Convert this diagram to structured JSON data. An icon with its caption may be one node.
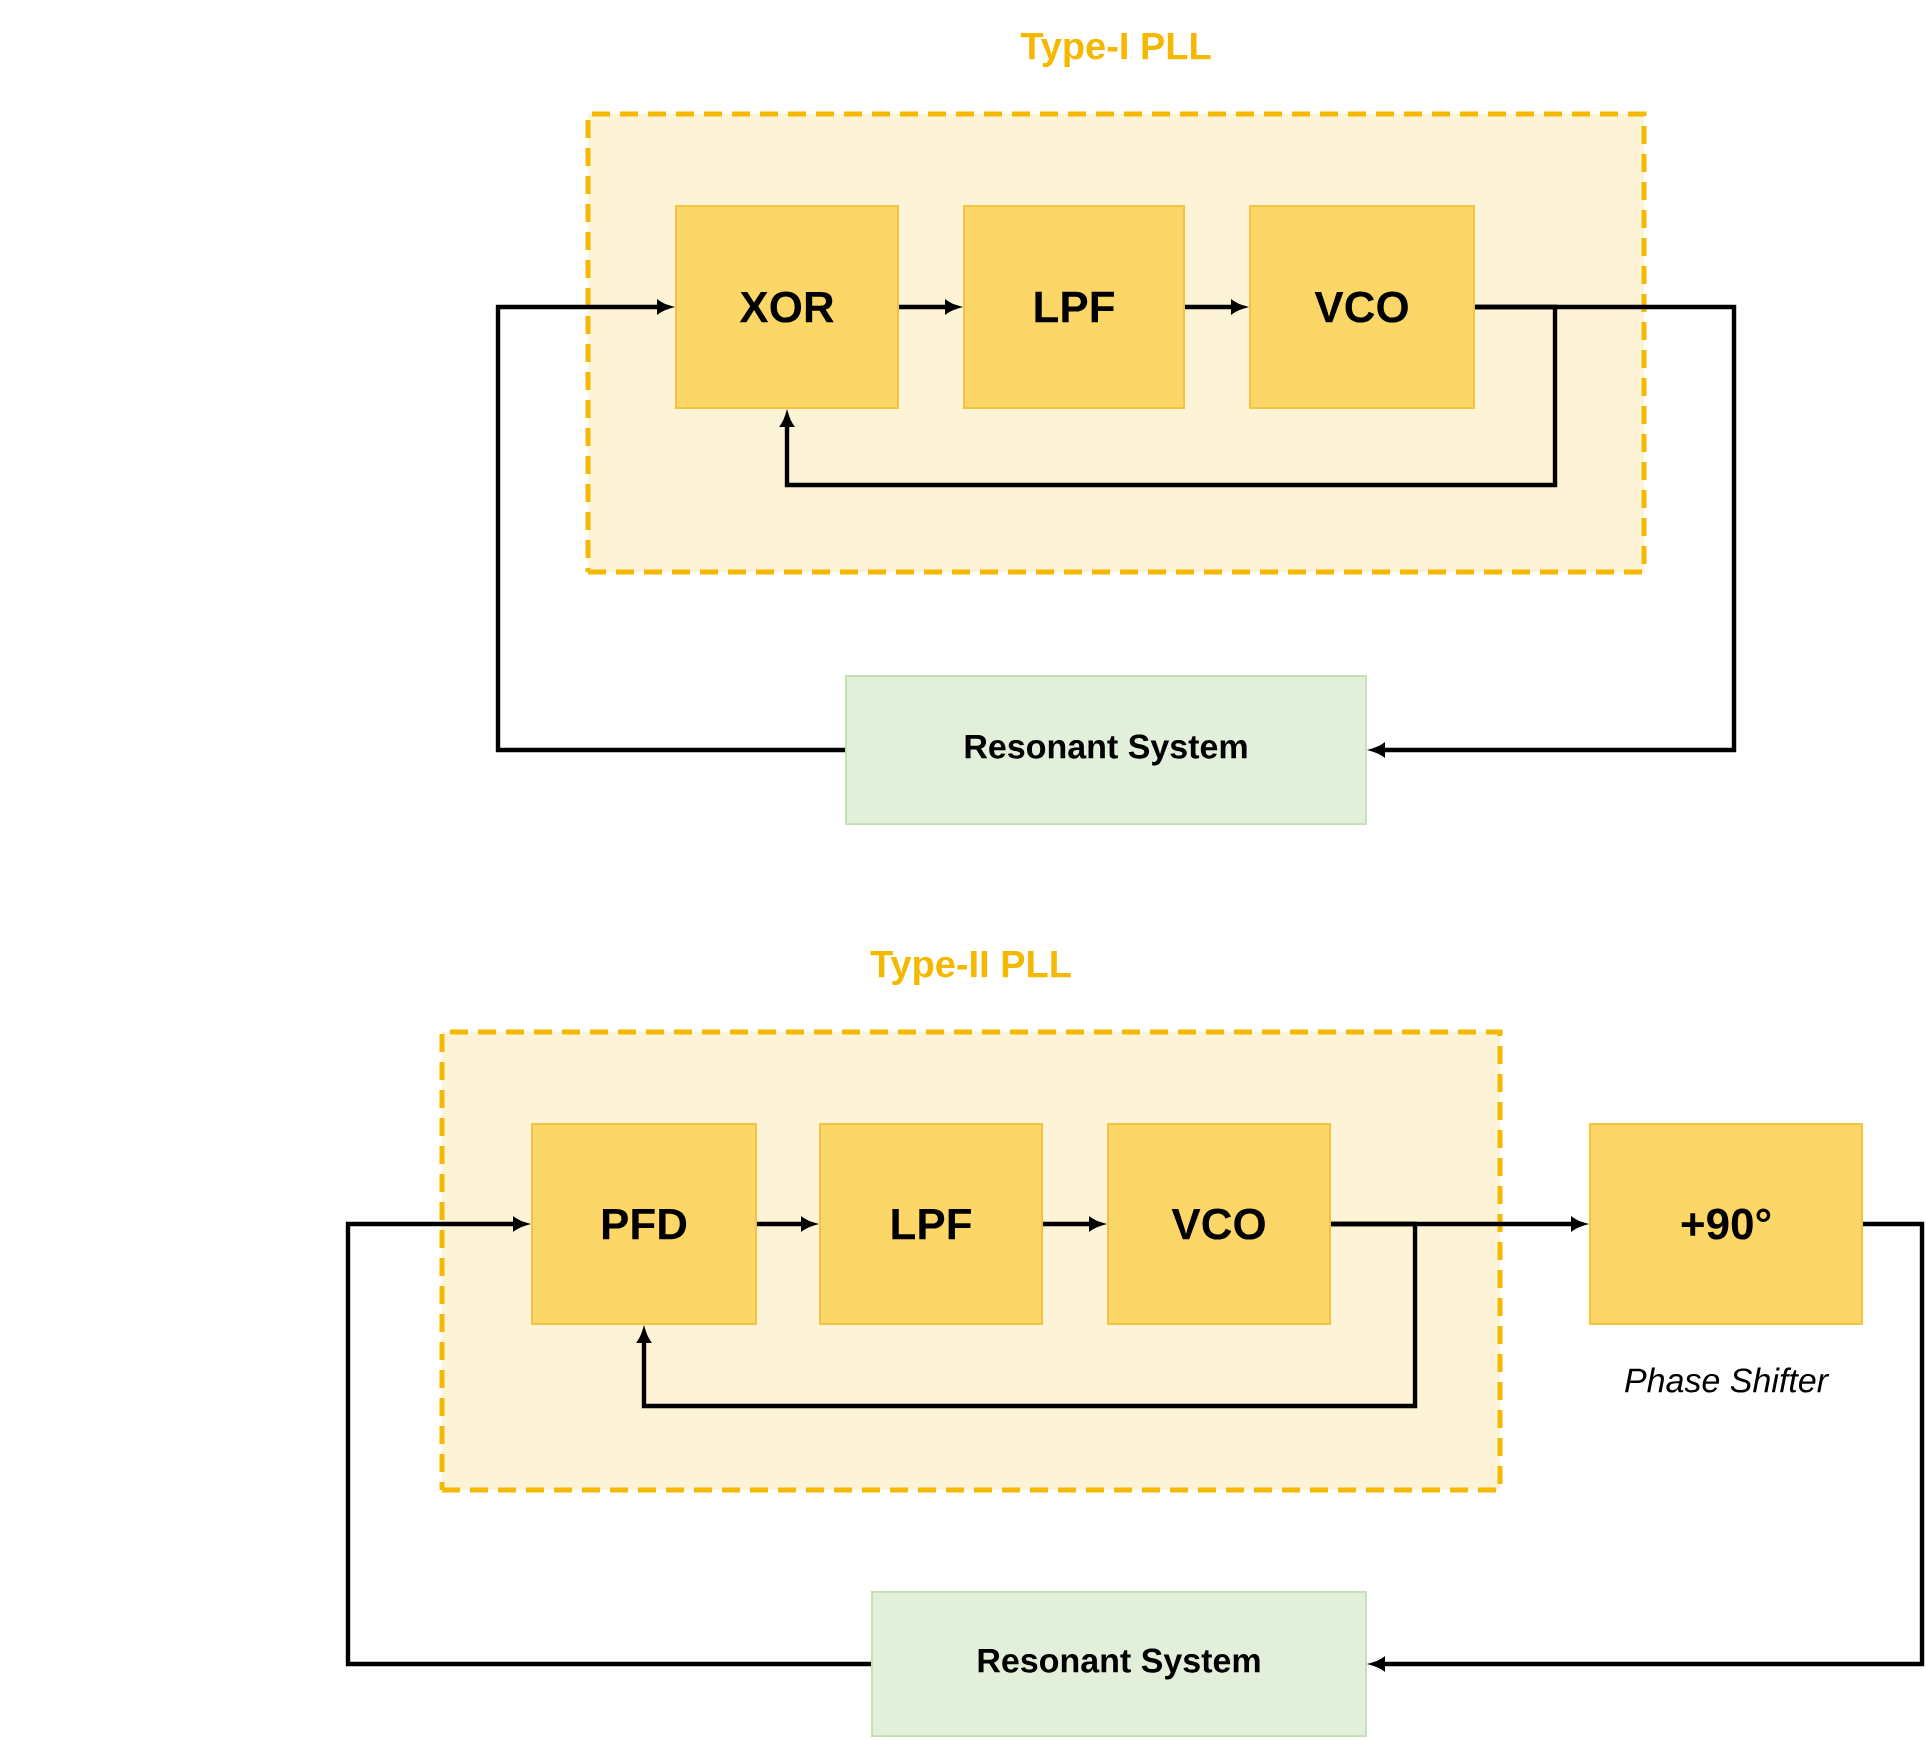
{
  "diagram": {
    "nodes": [
      {
        "text": [
          "Type-I PLL"
        ]
      },
      {
        "text": [
          "XOR"
        ],
        "in": 0
      },
      {
        "text": [
          "LPF"
        ],
        "in": 0
      },
      {
        "text": [
          "VCO"
        ],
        "in": 0
      },
      {
        "text": [
          "Resonant System"
        ]
      },
      {
        "text": [
          "Type-II PLL"
        ]
      },
      {
        "text": [
          "PFD"
        ],
        "in": 5
      },
      {
        "text": [
          "LPF"
        ],
        "in": 5
      },
      {
        "text": [
          "VCO"
        ],
        "in": 5
      },
      {
        "text": [
          "+90°"
        ],
        "beside": [
          "Phase Shifter"
        ]
      },
      {
        "text": [
          "Resonant System"
        ]
      }
    ],
    "edges": [
      {
        "from": 1,
        "to": 2,
        "arrow": "to"
      },
      {
        "from": 2,
        "to": 3,
        "arrow": "to"
      },
      {
        "from": 3,
        "to": 1,
        "arrow": "to"
      },
      {
        "from": 3,
        "to": 4,
        "arrow": "to"
      },
      {
        "from": 4,
        "to": 1,
        "arrow": "to"
      },
      {
        "from": 6,
        "to": 7,
        "arrow": "to"
      },
      {
        "from": 7,
        "to": 8,
        "arrow": "to"
      },
      {
        "from": 8,
        "to": 6,
        "arrow": "to"
      },
      {
        "from": 8,
        "to": 9,
        "arrow": "to"
      },
      {
        "from": 9,
        "to": 10,
        "arrow": "to"
      },
      {
        "from": 10,
        "to": 6,
        "arrow": "to"
      }
    ]
  }
}
